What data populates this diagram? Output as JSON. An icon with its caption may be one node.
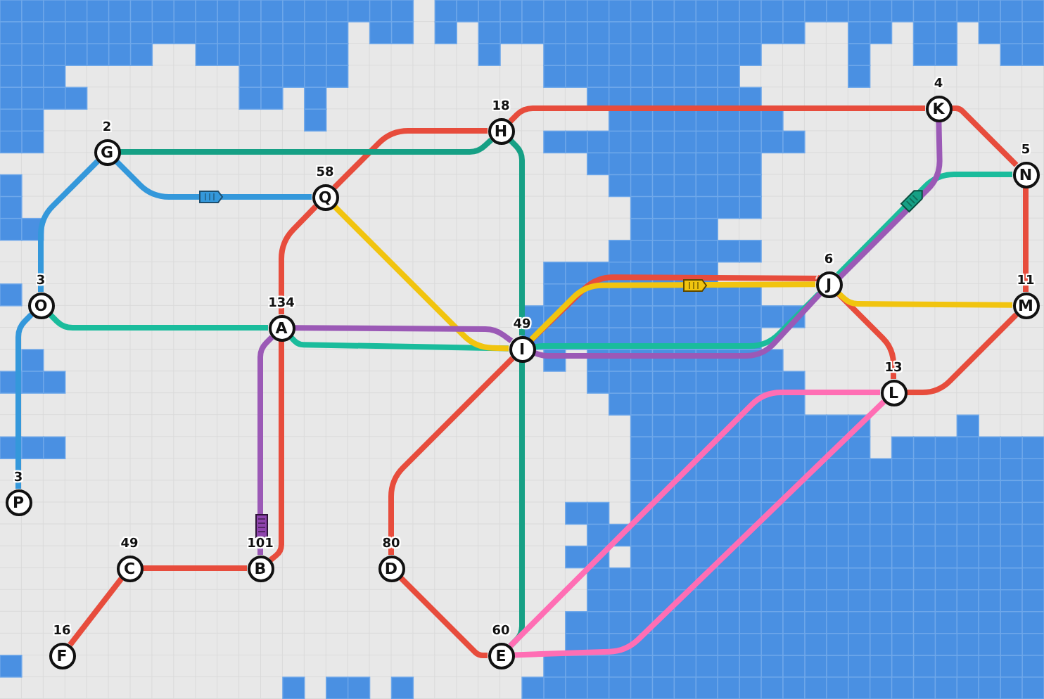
{
  "diagram": {
    "nodes": [
      {
        "text": [
          "G"
        ],
        "beside": [
          "2"
        ]
      },
      {
        "text": [
          "H"
        ],
        "beside": [
          "18"
        ]
      },
      {
        "text": [
          "K"
        ],
        "beside": [
          "4"
        ]
      },
      {
        "text": [
          "N"
        ],
        "beside": [
          "5"
        ]
      },
      {
        "text": [
          "Q"
        ],
        "beside": [
          "58"
        ]
      },
      {
        "text": [
          "O"
        ],
        "beside": [
          "3"
        ]
      },
      {
        "text": [
          "A"
        ],
        "beside": [
          "134"
        ]
      },
      {
        "text": [
          "I"
        ],
        "beside": [
          "49"
        ]
      },
      {
        "text": [
          "J"
        ],
        "beside": [
          "6"
        ]
      },
      {
        "text": [
          "M"
        ],
        "beside": [
          "11"
        ]
      },
      {
        "text": [
          "L"
        ],
        "beside": [
          "13"
        ]
      },
      {
        "text": [
          "P"
        ],
        "beside": [
          "3"
        ]
      },
      {
        "text": [
          "C"
        ],
        "beside": [
          "49"
        ]
      },
      {
        "text": [
          "B"
        ],
        "beside": [
          "101"
        ]
      },
      {
        "text": [
          "D"
        ],
        "beside": [
          "80"
        ]
      },
      {
        "text": [
          "F"
        ],
        "beside": [
          "16"
        ]
      },
      {
        "text": [
          "E"
        ],
        "beside": [
          "60"
        ]
      }
    ],
    "edges": [
      {
        "from": 15,
        "to": 12,
        "arrow": "none"
      },
      {
        "from": 12,
        "to": 13,
        "arrow": "none"
      },
      {
        "from": 13,
        "to": 6,
        "arrow": "none"
      },
      {
        "from": 6,
        "to": 4,
        "arrow": "none"
      },
      {
        "from": 4,
        "to": 1,
        "arrow": "none"
      },
      {
        "from": 1,
        "to": 2,
        "arrow": "none"
      },
      {
        "from": 2,
        "to": 3,
        "arrow": "none"
      },
      {
        "from": 3,
        "to": 9,
        "arrow": "none"
      },
      {
        "from": 9,
        "to": 10,
        "arrow": "none"
      },
      {
        "from": 10,
        "to": 8,
        "arrow": "none"
      },
      {
        "from": 8,
        "to": 7,
        "arrow": "none"
      },
      {
        "from": 7,
        "to": 14,
        "arrow": "none"
      },
      {
        "from": 14,
        "to": 16,
        "arrow": "none"
      },
      {
        "from": 11,
        "to": 5,
        "arrow": "none",
        "color": "#3498db"
      },
      {
        "from": 5,
        "to": 0,
        "arrow": "none",
        "color": "#3498db"
      },
      {
        "from": 0,
        "to": 4,
        "arrow": "none",
        "color": "#3498db"
      },
      {
        "from": 0,
        "to": 1,
        "arrow": "none",
        "color": "#16a085"
      },
      {
        "from": 1,
        "to": 7,
        "arrow": "none",
        "color": "#16a085"
      },
      {
        "from": 7,
        "to": 16,
        "arrow": "none",
        "color": "#16a085"
      },
      {
        "from": 5,
        "to": 6,
        "arrow": "none",
        "color": "#1abc9c"
      },
      {
        "from": 6,
        "to": 7,
        "arrow": "none",
        "color": "#1abc9c"
      },
      {
        "from": 7,
        "to": 8,
        "arrow": "none",
        "color": "#1abc9c"
      },
      {
        "from": 8,
        "to": 3,
        "arrow": "none",
        "color": "#1abc9c"
      },
      {
        "from": 4,
        "to": 7,
        "arrow": "none",
        "color": "#f1c40f"
      },
      {
        "from": 7,
        "to": 8,
        "arrow": "none",
        "color": "#f1c40f"
      },
      {
        "from": 8,
        "to": 9,
        "arrow": "none",
        "color": "#f1c40f"
      },
      {
        "from": 13,
        "to": 6,
        "arrow": "none",
        "color": "#9b59b6"
      },
      {
        "from": 6,
        "to": 7,
        "arrow": "none",
        "color": "#9b59b6"
      },
      {
        "from": 7,
        "to": 8,
        "arrow": "none",
        "color": "#9b59b6"
      },
      {
        "from": 8,
        "to": 2,
        "arrow": "none",
        "color": "#9b59b6"
      },
      {
        "from": 16,
        "to": 10,
        "arrow": "none",
        "color": "#ff6eb4"
      },
      {
        "from": 16,
        "to": 10,
        "arrow": "none",
        "color": "#ff6eb4"
      }
    ]
  }
}
